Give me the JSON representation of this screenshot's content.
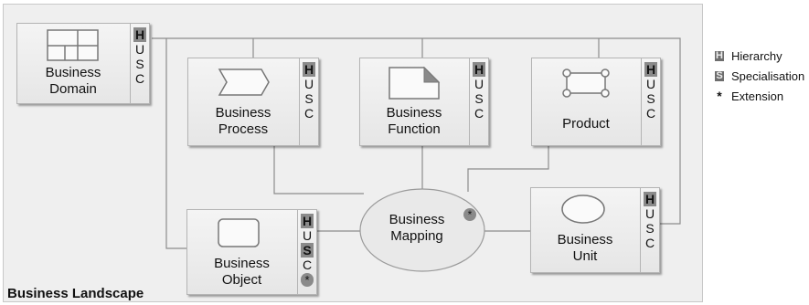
{
  "diagram_title": "Business Landscape",
  "entities": {
    "domain": {
      "label": "Business\nDomain",
      "tags": [
        "H",
        "U",
        "S",
        "C"
      ]
    },
    "process": {
      "label": "Business\nProcess",
      "tags": [
        "H",
        "U",
        "S",
        "C"
      ]
    },
    "function": {
      "label": "Business\nFunction",
      "tags": [
        "H",
        "U",
        "S",
        "C"
      ]
    },
    "product": {
      "label": "Product",
      "tags": [
        "H",
        "U",
        "S",
        "C"
      ]
    },
    "object": {
      "label": "Business\nObject",
      "tags": [
        "H",
        "U",
        "S",
        "C"
      ],
      "extension_mark": "*"
    },
    "unit": {
      "label": "Business\nUnit",
      "tags": [
        "H",
        "U",
        "S",
        "C"
      ]
    }
  },
  "center": {
    "label": "Business\nMapping",
    "extension_mark": "*"
  },
  "legend": [
    {
      "symbol": "H",
      "text": "Hierarchy"
    },
    {
      "symbol": "S",
      "text": "Specialisation"
    },
    {
      "symbol": "*",
      "text": "Extension"
    }
  ],
  "colors": {
    "panel": "#efefef",
    "box": "#ececec",
    "tag_highlight": "#8a8a8a",
    "line": "#8c8c8c"
  }
}
